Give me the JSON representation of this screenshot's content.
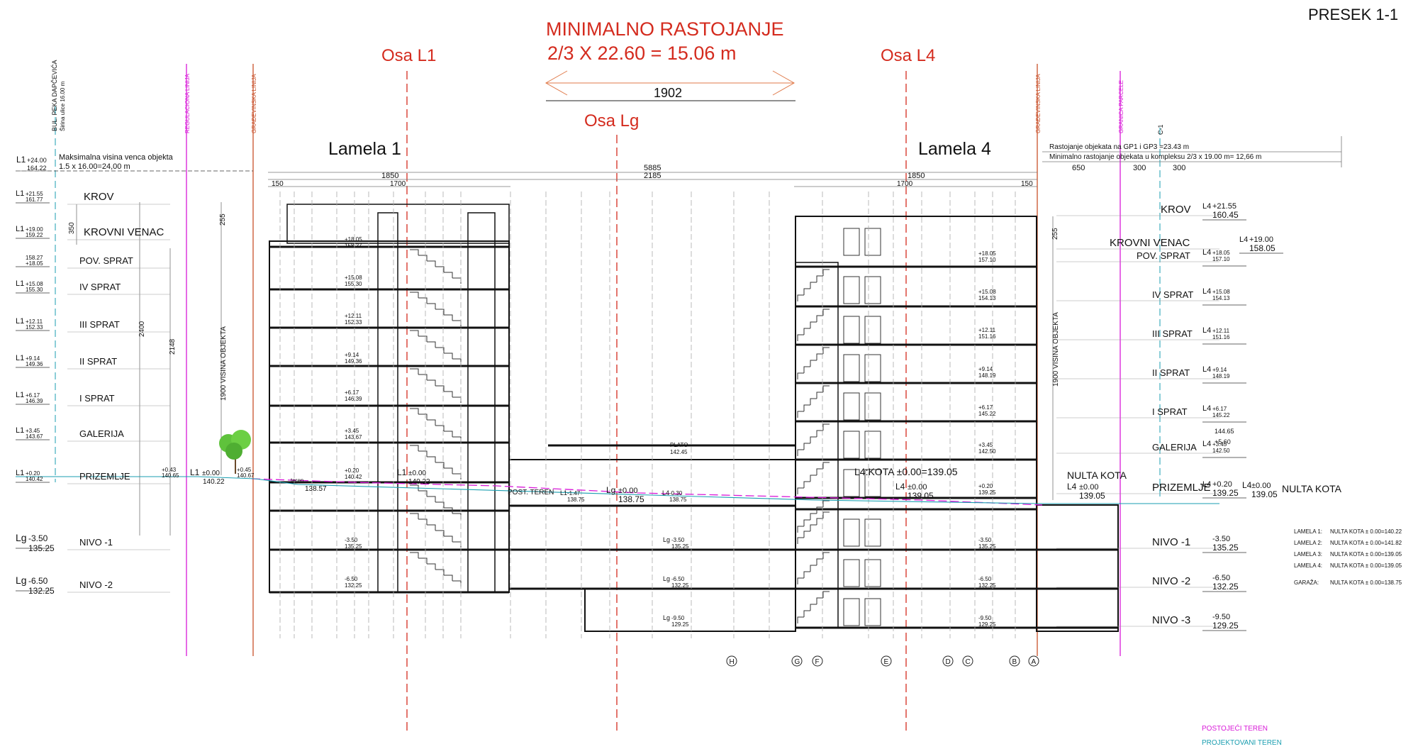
{
  "sheet_title": "PRESEK 1-1",
  "min_distance": {
    "title": "MINIMALNO RASTOJANJE",
    "formula": "2/3 X 22.60 = 15.06 m",
    "dimension": "1902"
  },
  "axes": {
    "l1": "Osa L1",
    "l4": "Osa L4",
    "lg": "Osa Lg"
  },
  "lamela": {
    "left": "Lamela 1",
    "right": "Lamela 4"
  },
  "vertical_lines": {
    "street": "BUL. PEKA DAPČEVIĆA",
    "street_width": "Širina ulice 16.00 m",
    "regulation": "REGULACIONA LINIJA",
    "building_left": "GRAĐEVINSKA LINIJA",
    "building_right": "GRAĐEVINSKA LINIJA",
    "parcel": "GRANICA PARCELE",
    "grid_c1": "C-1"
  },
  "notes": {
    "max_height_1": "Maksimalna visina venca objekta",
    "max_height_2": "1.5 x 16.00=24,00 m",
    "distance_1": "Rastojanje objekata na   GP1 i GP3 =23.43 m",
    "distance_2": "Minimalno rastojanje objekata u kompleksu 2/3 x 19.00 m= 12,66 m",
    "l4_zero": "L4:KOTA ±0.00=139.05",
    "plato": "PLATO",
    "teren": "teren",
    "post_teren": "POST. TEREN"
  },
  "dimensions": {
    "total": "5885",
    "middle": "2185",
    "left_width": "1850",
    "left_inner": "1700",
    "left_edge": "150",
    "right_width": "1850",
    "right_inner": "1700",
    "right_edge": "150",
    "d650": "650",
    "d300a": "300",
    "d300b": "300",
    "h350": "350",
    "h255": "255",
    "h2400": "2400",
    "h2148": "2148",
    "r255": "255",
    "visina_left": "1900  VISINA OBJEKTA",
    "visina_right": "1900  VISINA OBJEKTA"
  },
  "left_levels": [
    {
      "name": "KROV",
      "axis": "L1",
      "rel": "+21.55",
      "abs": "161.77"
    },
    {
      "name": "KROVNI VENAC",
      "axis": "L1",
      "rel": "+19.00",
      "abs": "159.22"
    },
    {
      "name": "POV. SPRAT",
      "axis": "",
      "rel": "158.27",
      "abs": "+18.05"
    },
    {
      "name": "IV  SPRAT",
      "axis": "L1",
      "rel": "+15.08",
      "abs": "155.30"
    },
    {
      "name": "III  SPRAT",
      "axis": "L1",
      "rel": "+12.11",
      "abs": "152.33"
    },
    {
      "name": "II SPRAT",
      "axis": "L1",
      "rel": "+9.14",
      "abs": "149.36"
    },
    {
      "name": "I SPRAT",
      "axis": "L1",
      "rel": "+6.17",
      "abs": "146.39"
    },
    {
      "name": "GALERIJA",
      "axis": "L1",
      "rel": "+3.45",
      "abs": "143.67"
    },
    {
      "name": "PRIZEMLJE",
      "axis": "L1",
      "rel": "+0.20",
      "abs": "140.42"
    },
    {
      "name": "NIVO -1",
      "axis": "Lg",
      "rel": "-3.50",
      "abs": "135.25"
    },
    {
      "name": "NIVO -2",
      "axis": "Lg",
      "rel": "-6.50",
      "abs": "132.25"
    }
  ],
  "top_left_level": {
    "axis": "L1",
    "rel": "+24.00",
    "abs": "164.22"
  },
  "right_levels": [
    {
      "name": "KROV",
      "axis": "L4",
      "rel": "+21.55",
      "abs": "160.45"
    },
    {
      "name": "KROVNI VENAC",
      "axis": "L4",
      "rel": "+19.00",
      "abs": "158.05"
    },
    {
      "name": "POV. SPRAT",
      "axis": "L4",
      "rel": "+18.05",
      "abs": "157.10"
    },
    {
      "name": "IV  SPRAT",
      "axis": "L4",
      "rel": "+15.08",
      "abs": "154.13"
    },
    {
      "name": "III SPRAT",
      "axis": "L4",
      "rel": "+12.11",
      "abs": "151.16"
    },
    {
      "name": "II SPRAT",
      "axis": "L4",
      "rel": "+9.14",
      "abs": "148.19"
    },
    {
      "name": "I SPRAT",
      "axis": "L4",
      "rel": "+6.17",
      "abs": "145.22"
    },
    {
      "name": "GALERIJA",
      "axis": "L4",
      "rel": "+3.45",
      "abs": "142.50"
    },
    {
      "name": "PRIZEMLJE",
      "axis": "L4",
      "rel": "+0.20",
      "abs": "139.25"
    },
    {
      "name": "NIVO -1",
      "axis": "",
      "rel": "-3.50",
      "abs": "135.25"
    },
    {
      "name": "NIVO -2",
      "axis": "",
      "rel": "-6.50",
      "abs": "132.25"
    },
    {
      "name": "NIVO -3",
      "axis": "",
      "rel": "-9.50",
      "abs": "129.25"
    }
  ],
  "right_galerija_extra": {
    "v1": "144.65",
    "v2": "+5.60"
  },
  "nulta_kota": {
    "label": "NULTA KOTA",
    "label2": "NULTA KOTA",
    "axis": "L4",
    "rel": "±0.00",
    "abs": "139.05"
  },
  "ground_marks": {
    "m1": {
      "axis": "L1",
      "rel": "±0.00",
      "abs": "140.22"
    },
    "m2": {
      "axis": "L1",
      "rel": "±0.00",
      "abs": "140.22"
    },
    "m3": {
      "axis": "Lg",
      "rel": "±0.00",
      "abs": "138.75"
    },
    "m4": {
      "axis": "L4",
      "rel": "±0.00",
      "abs": "139.05"
    },
    "small1": {
      "rel": "+0.43",
      "abs": "140.65"
    },
    "small2": {
      "rel": "+0.45",
      "abs": "140.67"
    },
    "teren_abs": "138.57",
    "l1_147": {
      "axis": "L1",
      "rel": "-1.47",
      "abs": "138.75"
    },
    "l4_030": {
      "axis": "L4",
      "rel": "-0.30",
      "abs": "138.75"
    },
    "plato_abs": "142.45"
  },
  "inner_left": [
    {
      "rel": "+18.05",
      "abs": "158.27"
    },
    {
      "rel": "+15.08",
      "abs": "155.30"
    },
    {
      "rel": "+12.11",
      "abs": "152.33"
    },
    {
      "rel": "+9.14",
      "abs": "149.36"
    },
    {
      "rel": "+6.17",
      "abs": "146.39"
    },
    {
      "rel": "+3.45",
      "abs": "143.67"
    },
    {
      "rel": "+0.20",
      "abs": "140.42"
    },
    {
      "rel": "-3.50",
      "abs": "135.25"
    },
    {
      "rel": "-6.50",
      "abs": "132.25"
    }
  ],
  "inner_right": [
    {
      "rel": "+18.05",
      "abs": "157.10"
    },
    {
      "rel": "+15.08",
      "abs": "154.13"
    },
    {
      "rel": "+12.11",
      "abs": "151.16"
    },
    {
      "rel": "+9.14",
      "abs": "148.19"
    },
    {
      "rel": "+6.17",
      "abs": "145.22"
    },
    {
      "rel": "+3.45",
      "abs": "142.50"
    },
    {
      "rel": "+0.20",
      "abs": "139.25"
    },
    {
      "rel": "-3.50",
      "abs": "135.25"
    },
    {
      "rel": "-6.50",
      "abs": "132.25"
    },
    {
      "rel": "-9.50",
      "abs": "129.25"
    }
  ],
  "garage_levels": [
    {
      "axis": "Lg",
      "rel": "-3.50",
      "abs": "135.25"
    },
    {
      "axis": "Lg",
      "rel": "-6.50",
      "abs": "132.25"
    },
    {
      "axis": "Lg",
      "rel": "-9.50",
      "abs": "129.25"
    }
  ],
  "axis_markers": [
    "H",
    "G",
    "F",
    "E",
    "D",
    "C",
    "B",
    "A"
  ],
  "zero_table": [
    {
      "label": "LAMELA 1:",
      "value": "NULTA KOTA ± 0.00=140.22"
    },
    {
      "label": "LAMELA 2:",
      "value": "NULTA KOTA ± 0.00=141.82"
    },
    {
      "label": "LAMELA 3:",
      "value": "NULTA KOTA ± 0.00=139.05"
    },
    {
      "label": "LAMELA 4:",
      "value": "NULTA KOTA ± 0.00=139.05"
    },
    {
      "label": "GARAŽA:",
      "value": "NULTA KOTA ± 0.00=138.75"
    }
  ],
  "legend": {
    "existing": "POSTOJEĆI TEREN",
    "projected": "PROJEKTOVANI TEREN"
  },
  "colors": {
    "accent_red": "#d42b1e",
    "magenta": "#d81ad8",
    "teal": "#1a9eb0",
    "orange": "#c8502a"
  }
}
